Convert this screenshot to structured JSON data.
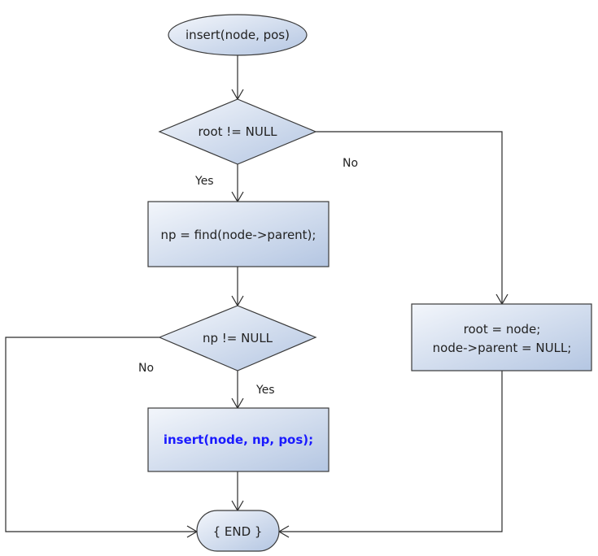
{
  "diagram": {
    "start": {
      "label": "insert(node, pos)"
    },
    "decision_root": {
      "label": "root != NULL"
    },
    "process_find": {
      "label": "np = find(node->parent);"
    },
    "decision_np": {
      "label": "np != NULL"
    },
    "process_insert": {
      "label": "insert(node, np, pos);"
    },
    "process_root": {
      "line1": "root = node;",
      "line2": "node->parent = NULL;"
    },
    "end": {
      "label": "{ END }"
    },
    "edges": {
      "root_yes": "Yes",
      "root_no": "No",
      "np_yes": "Yes",
      "np_no": "No"
    },
    "colors": {
      "fill_light": "#f3f6fb",
      "fill_dark": "#b4c6e2",
      "call_text": "#1a1aff"
    }
  }
}
